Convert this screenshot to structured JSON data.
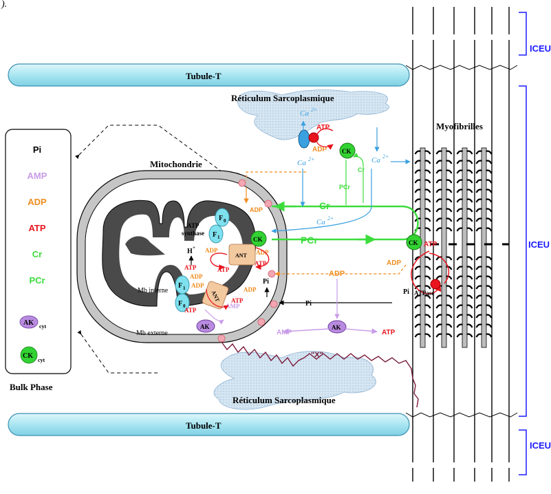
{
  "header_mark": ").",
  "tubules": {
    "top": "Tubule-T",
    "bottom": "Tubule-T"
  },
  "reticulum": {
    "top": "Réticulum  Sarcoplasmique",
    "bottom": "Réticulum  Sarcoplasmique"
  },
  "icu": {
    "top": "ICEU",
    "middle": "ICEU",
    "bottom": "ICEU"
  },
  "myofibrils_label": "Myofibrilles",
  "legend": {
    "title": "Bulk Phase",
    "items": [
      {
        "label": "Pi",
        "color": "#000000"
      },
      {
        "label": "AMP",
        "color": "#c89be8"
      },
      {
        "label": "ADP",
        "color": "#f08c1e"
      },
      {
        "label": "ATP",
        "color": "#e8141e"
      },
      {
        "label": "Cr",
        "color": "#3cdc3c"
      },
      {
        "label": "PCr",
        "color": "#3cdc3c"
      }
    ],
    "ak_cyt": {
      "main": "AK",
      "sub": "cyt"
    },
    "ck_cyt": {
      "main": "CK",
      "sub": "cyt"
    }
  },
  "mitochondria": {
    "title": "Mitochondrie",
    "inner_membrane": "Mb interne",
    "outer_membrane": "Mb externe",
    "atp_synthase": [
      "ATP",
      "synthase"
    ],
    "h_plus": "H",
    "h_plus_sup": "+",
    "f0": "F",
    "f1": "F",
    "sub0": "0",
    "sub1": "1",
    "ant": "ANT",
    "ck": "CK",
    "ak": "AK",
    "inner_labels": {
      "adp1": "ADP",
      "atp1": "ATP",
      "adp2": "ADP",
      "atp2": "ATP",
      "atp3": "ATP",
      "adp3": "ADP",
      "adp4": "ADP",
      "atp4": "ATP",
      "adp5": "ADP",
      "amp1": "AMP",
      "atp5": "ATP"
    }
  },
  "cytosol": {
    "atp_sr": "ATP",
    "adp_sr": "ADP",
    "ca1": "Ca",
    "ca2": "Ca",
    "ca3": "Ca",
    "ca4": "Ca",
    "ca_sup": "2+",
    "ck_sr": "CK",
    "pcr_small": "PCr",
    "cr_small": "Cr",
    "adp_top": "ADP",
    "cr_big": "Cr",
    "pcr_big": "PCr",
    "adp_mid": "ADP",
    "adp_right": "ADP",
    "pi_mid": "Pi",
    "pi_mito": "Pi",
    "pi_right": "Pi",
    "ak": "AK",
    "amp": "AMP",
    "atp_low": "ATP",
    "ck_myo": "CK",
    "atp_myo": "ATP",
    "atpase": "ATPase",
    "x": "\"X\""
  },
  "colors": {
    "tubule_fill": "#b9ecf5",
    "tubule_stroke": "#3a8fb0",
    "reticulum": "#c7dceb",
    "mito_outer": "#b4b4b4",
    "mito_inner": "#4a4a4a",
    "cyan_protein": "#7fe0ee",
    "ck_green": "#32d232",
    "ak_purple": "#b98be0",
    "ant_tan": "#f3c9a0",
    "pink_pore": "#f3a7b3",
    "icu_blue": "#1a1aff",
    "x_path": "#7a1a3a"
  }
}
